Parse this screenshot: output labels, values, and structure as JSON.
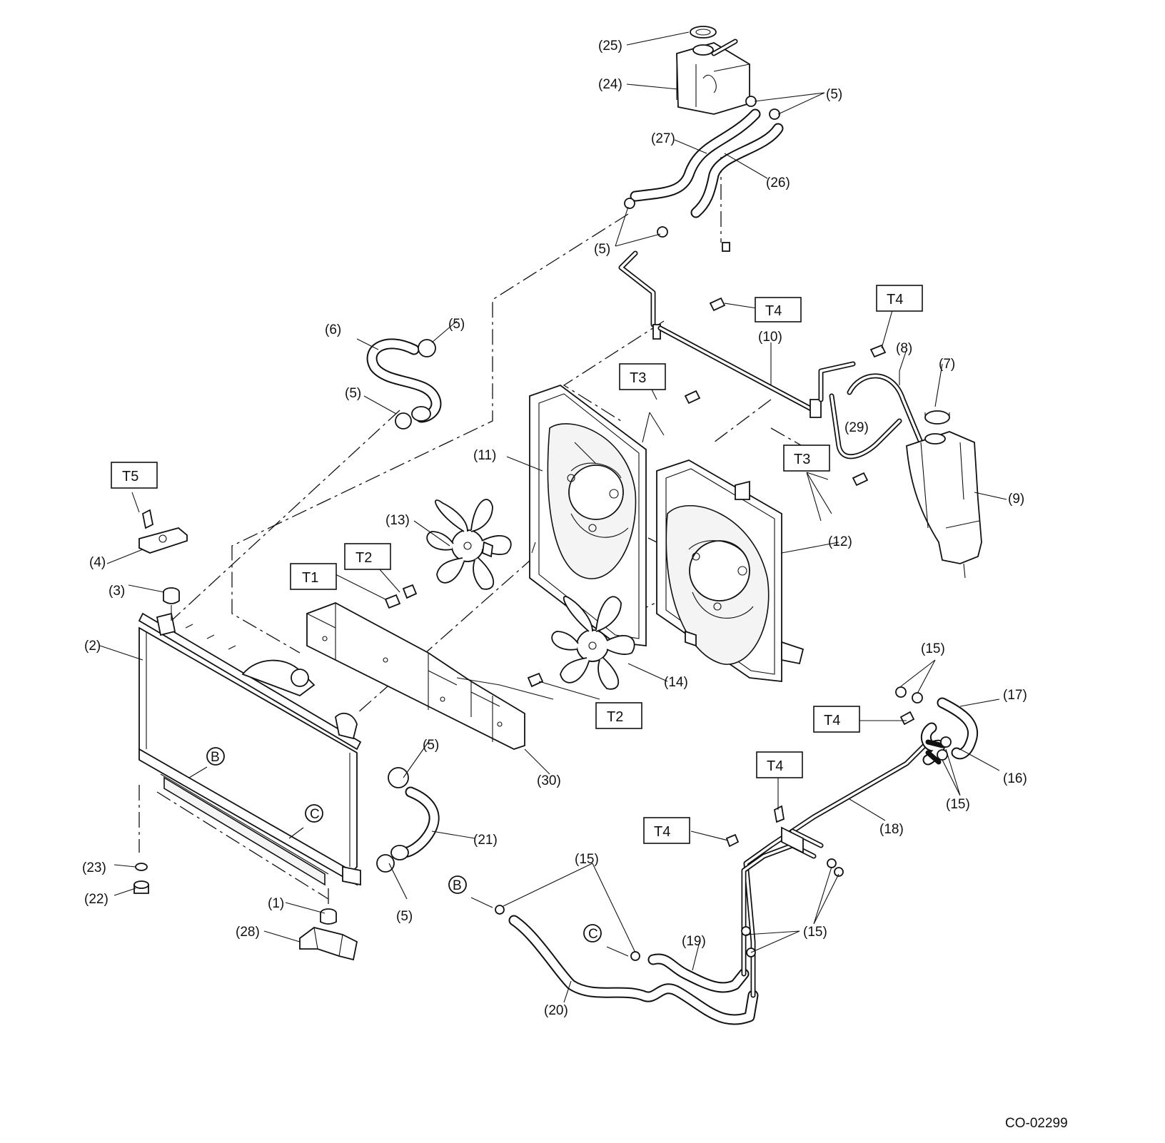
{
  "drawing_code": "CO-02299",
  "part_labels": [
    "(1)",
    "(2)",
    "(3)",
    "(4)",
    "(5)",
    "(6)",
    "(7)",
    "(8)",
    "(9)",
    "(10)",
    "(11)",
    "(12)",
    "(13)",
    "(14)",
    "(15)",
    "(16)",
    "(17)",
    "(18)",
    "(19)",
    "(20)",
    "(21)",
    "(22)",
    "(23)",
    "(24)",
    "(25)",
    "(26)",
    "(27)",
    "(28)",
    "(29)",
    "(30)"
  ],
  "torque_labels": [
    "T1",
    "T2",
    "T3",
    "T4",
    "T5"
  ],
  "connection_labels": [
    "B",
    "C"
  ]
}
